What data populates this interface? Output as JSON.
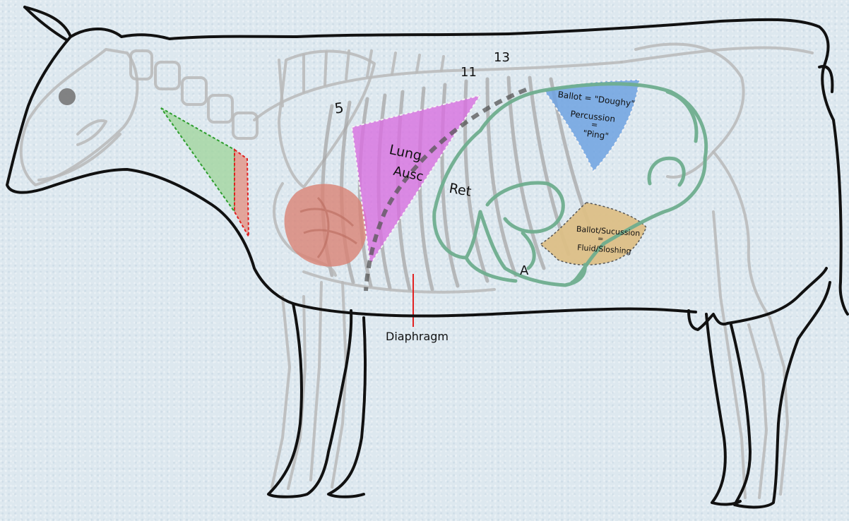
{
  "labels": {
    "rib_5": "5",
    "rib_11": "11",
    "rib_13": "13",
    "lung": [
      "Lung",
      "Ausc"
    ],
    "reticulum": "Ret",
    "abomasum": "A",
    "diaphragm": "Diaphragm",
    "dorsal_rumen": [
      "Ballot = \"Doughy\"",
      "Percussion",
      "=",
      "\"Ping\""
    ],
    "ventral_rumen": [
      "Ballot/Sucussion",
      "=",
      "Fluid/Sloshing"
    ]
  },
  "colors": {
    "background": "#dde8ef",
    "outline": "#111111",
    "skeleton": "#b3b3b3",
    "lung_zone": "#d86fe0",
    "rumen_outline": "#6fae8f",
    "dorsal_zone": "#6ea2e0",
    "ventral_zone": "#dcbf86",
    "heart": "#d98274",
    "prescapular_green": "#9ed49a",
    "prescapular_red": "#e38e7d",
    "diaphragm_line": "#e22222",
    "dashed_diaphragm": "#555555"
  }
}
